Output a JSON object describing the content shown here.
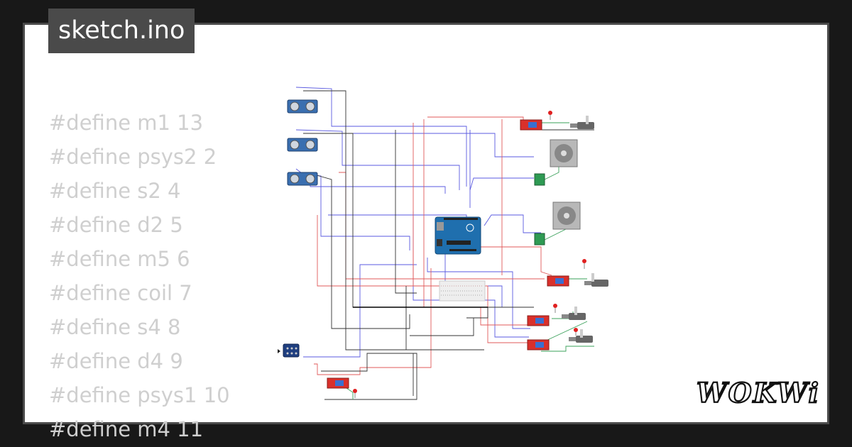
{
  "file_tab": {
    "label": "sketch.ino"
  },
  "code_lines": [
    "#define m1 13",
    "#define psys2 2",
    "#define s2 4",
    "#define d2 5",
    "#define m5 6",
    "#define coil 7",
    "#define s4 8",
    "#define d4 9",
    "#define psys1 10",
    "#define m4 11"
  ],
  "brand": {
    "logo_text": "WOKWi"
  },
  "colors": {
    "background": "#181818",
    "card": "#ffffff",
    "frame": "#4a4a4a",
    "code_text": "#cfcfcf",
    "wire_blue": "#5a5ae0",
    "wire_red": "#e05a5a",
    "wire_black": "#222222",
    "wire_green": "#3aa05a",
    "board_blue": "#1f6fae"
  },
  "icons": [
    "arduino-uno-icon",
    "ultrasonic-sensor-icon",
    "stepper-motor-icon",
    "relay-module-icon",
    "servo-icon",
    "led-icon",
    "breadboard-icon",
    "keypad-icon",
    "wokwi-logo-icon"
  ]
}
